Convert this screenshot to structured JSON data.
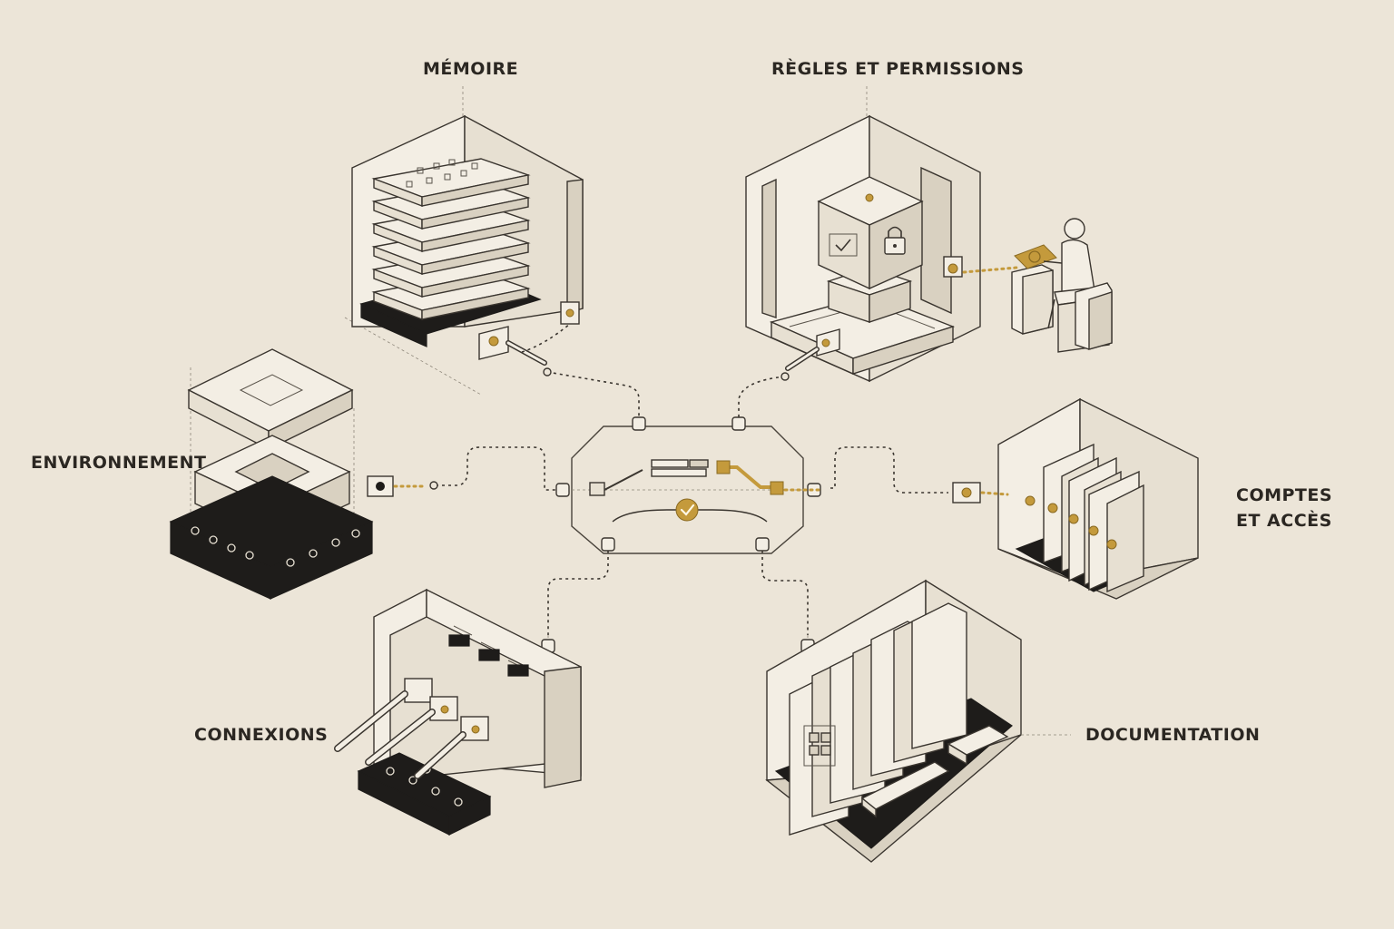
{
  "labels": {
    "memoire": "MÉMOIRE",
    "regles": "RÈGLES ET PERMISSIONS",
    "environnement": "ENVIRONNEMENT",
    "comptes_line1": "COMPTES",
    "comptes_line2": "ET ACCÈS",
    "connexions": "CONNEXIONS",
    "documentation": "DOCUMENTATION"
  },
  "colors": {
    "background": "#ece5d8",
    "ink": "#2b2722",
    "accent": "#c49a3c",
    "dark_base": "#1e1c1a"
  },
  "icons": {
    "hub_check": "check-circle-icon",
    "lock": "padlock-icon",
    "checkmark": "checkmark-icon"
  }
}
